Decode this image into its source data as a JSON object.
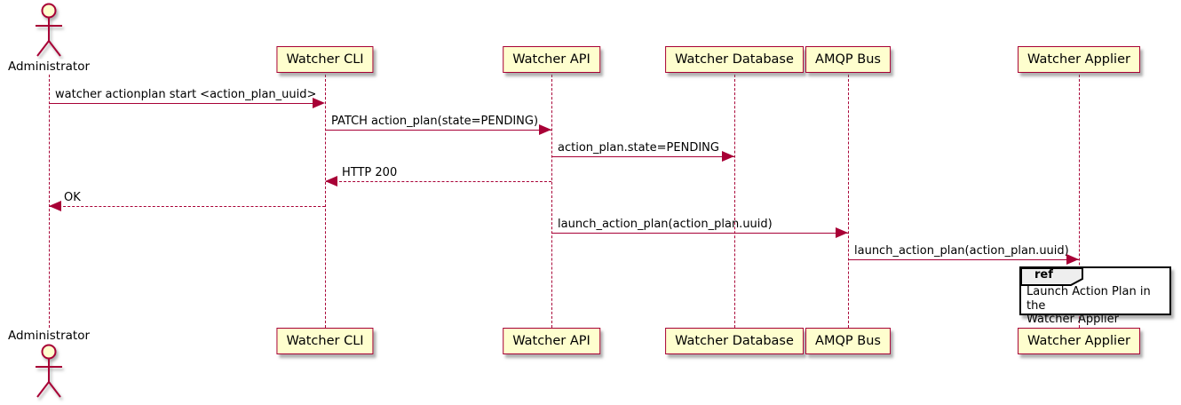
{
  "diagram_type": "uml-sequence",
  "actor": {
    "name": "Administrator"
  },
  "participants": [
    {
      "name": "Watcher CLI"
    },
    {
      "name": "Watcher API"
    },
    {
      "name": "Watcher Database"
    },
    {
      "name": "AMQP Bus"
    },
    {
      "name": "Watcher Applier"
    }
  ],
  "messages": [
    {
      "label": "watcher actionplan start <action_plan_uuid>",
      "from": "Administrator",
      "to": "Watcher CLI",
      "style": "solid"
    },
    {
      "label": "PATCH action_plan(state=PENDING)",
      "from": "Watcher CLI",
      "to": "Watcher API",
      "style": "solid"
    },
    {
      "label": "action_plan.state=PENDING",
      "from": "Watcher API",
      "to": "Watcher Database",
      "style": "solid"
    },
    {
      "label": "HTTP 200",
      "from": "Watcher API",
      "to": "Watcher CLI",
      "style": "dashed"
    },
    {
      "label": "OK",
      "from": "Watcher CLI",
      "to": "Administrator",
      "style": "dashed"
    },
    {
      "label": "launch_action_plan(action_plan.uuid)",
      "from": "Watcher API",
      "to": "AMQP Bus",
      "style": "solid"
    },
    {
      "label": "launch_action_plan(action_plan.uuid)",
      "from": "AMQP Bus",
      "to": "Watcher Applier",
      "style": "solid"
    }
  ],
  "ref": {
    "keyword": "ref",
    "text": "Launch Action Plan in the\nWatcher Applier"
  },
  "colors": {
    "line_color": "#A80036",
    "participant_fill": "#FEFECE",
    "text_color": "#000000",
    "ref_border": "#000000",
    "ref_header_fill": "#EEEEEE",
    "background": "#FFFFFF"
  }
}
